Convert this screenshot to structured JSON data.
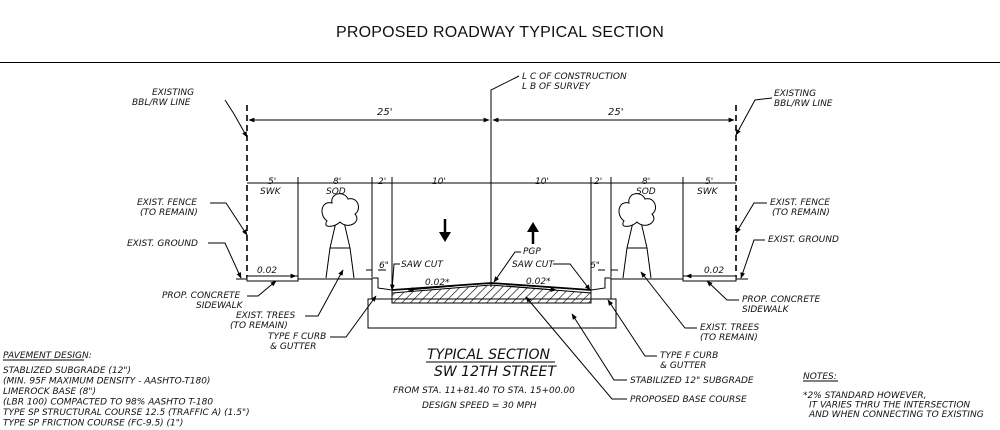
{
  "title": "PROPOSED ROADWAY TYPICAL SECTION",
  "centerline": {
    "line1": "C OF CONSTRUCTION",
    "line2": "B OF SURVEY",
    "cl_symbol_1": "L",
    "cl_symbol_2": "L"
  },
  "left": {
    "existing_line_1": "EXISTING",
    "existing_line_2": "BBL/RW LINE",
    "fence_1": "EXIST. FENCE",
    "fence_2": "(TO REMAIN)",
    "ground": "EXIST. GROUND",
    "sidewalk_1": "PROP. CONCRETE",
    "sidewalk_2": "SIDEWALK",
    "trees_1": "EXIST. TREES",
    "trees_2": "(TO REMAIN)",
    "curb_1": "TYPE F CURB",
    "curb_2": "& GUTTER",
    "saw_cut": "SAW CUT",
    "slope_sw": "0.02",
    "slope_lane": "0.02*"
  },
  "right": {
    "existing_line_1": "EXISTING",
    "existing_line_2": "BBL/RW LINE",
    "fence_1": "EXIST. FENCE",
    "fence_2": "(TO REMAIN)",
    "ground": "EXIST. GROUND",
    "sidewalk_1": "PROP. CONCRETE",
    "sidewalk_2": "SIDEWALK",
    "trees_1": "EXIST. TREES",
    "trees_2": "(TO REMAIN)",
    "curb_1": "TYPE F CURB",
    "curb_2": "& GUTTER",
    "saw_cut": "SAW CUT",
    "pgp": "PGP",
    "slope_sw": "0.02",
    "slope_lane": "0.02*",
    "subgrade": "STABILIZED 12\" SUBGRADE",
    "base": "PROPOSED BASE COURSE"
  },
  "dims": {
    "half_left": "25'",
    "half_right": "25'",
    "swk_l": "5'",
    "swk_l_lbl": "SWK",
    "sod_l": "8'",
    "sod_l_lbl": "SOD",
    "gut_l": "2'",
    "lane_l": "10'",
    "lane_r": "10'",
    "gut_r": "2'",
    "sod_r": "8'",
    "sod_r_lbl": "SOD",
    "swk_r": "5'",
    "swk_r_lbl": "SWK",
    "curb_l": "6\"",
    "curb_r": "6\""
  },
  "typical": {
    "title": "TYPICAL SECTION",
    "street": "SW 12TH STREET",
    "stations": "FROM STA. 11+81.40 TO STA. 15+00.00",
    "speed": "DESIGN SPEED = 30 MPH"
  },
  "pavement": {
    "heading": "PAVEMENT DESIGN:",
    "lines": [
      "STABLIZED SUBGRADE (12\")",
      "(MIN. 95F MAXIMUM DENSITY - AASHTO-T180)",
      "LIMEROCK BASE (8\")",
      "(LBR 100) COMPACTED TO 98% AASHTO T-180",
      "TYPE SP STRUCTURAL COURSE 12.5 (TRAFFIC A) (1.5\")",
      "TYPE SP FRICTION COURSE (FC-9.5) (1\")"
    ]
  },
  "notes": {
    "heading": "NOTES:",
    "lines": [
      "*2% STANDARD HOWEVER,",
      "IT VARIES THRU THE INTERSECTION",
      "AND WHEN CONNECTING TO EXISTING"
    ]
  }
}
